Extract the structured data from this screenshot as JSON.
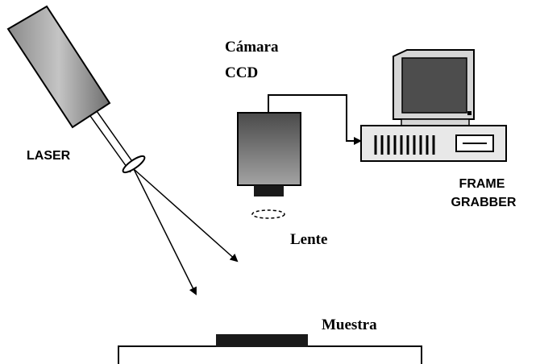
{
  "labels": {
    "laser": "LASER",
    "camera_line1": "Cámara",
    "camera_line2": "CCD",
    "frame_grabber_line1": "FRAME",
    "frame_grabber_line2": "GRABBER",
    "lens": "Lente",
    "sample": "Muestra"
  },
  "icons": {
    "laser": "laser-device-icon",
    "lens": "lens-icon",
    "camera": "ccd-camera-icon",
    "computer": "computer-icon",
    "sample": "sample-icon"
  },
  "colors": {
    "stroke": "#000000",
    "laser_body_dark": "#6e6e6e",
    "laser_body_light": "#b5b5b5",
    "camera_dark": "#4a4a4a",
    "camera_light": "#a3a3a3",
    "monitor_screen": "#4d4d4d",
    "sample": "#1a1a1a",
    "background": "#ffffff"
  }
}
